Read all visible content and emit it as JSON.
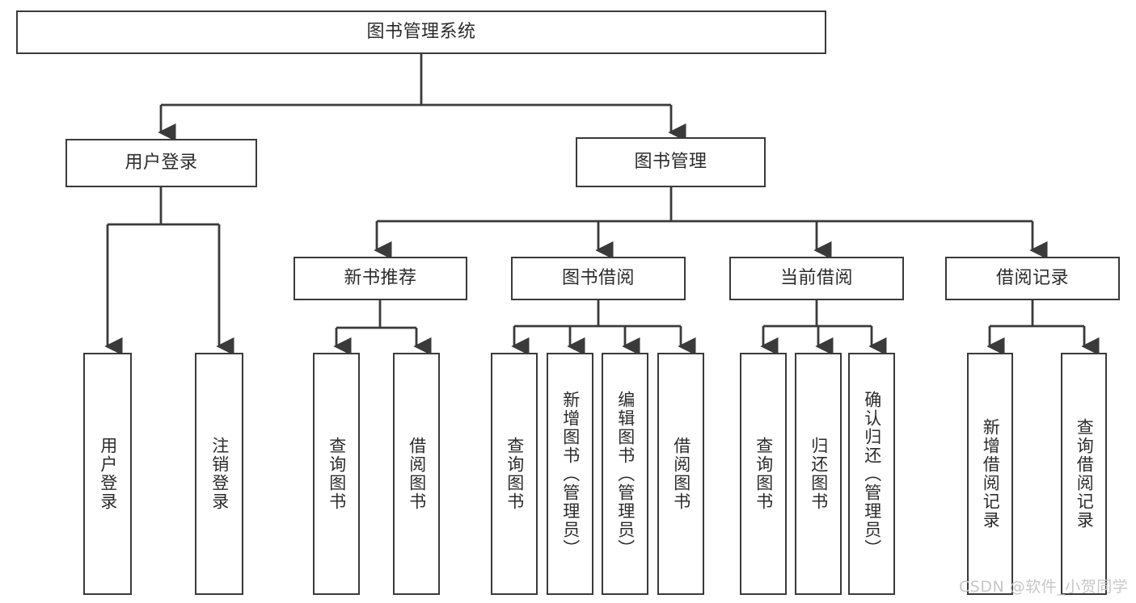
{
  "diagram": {
    "title_node": "图书管理系统",
    "type": "tree-hierarchy-chart",
    "level2": [
      {
        "label": "用户登录"
      },
      {
        "label": "图书管理"
      }
    ],
    "level3": [
      {
        "label": "新书推荐"
      },
      {
        "label": "图书借阅"
      },
      {
        "label": "当前借阅"
      },
      {
        "label": "借阅记录"
      }
    ],
    "leaves": {
      "user_login": [
        {
          "label": "用户登录"
        },
        {
          "label": "注销登录"
        }
      ],
      "new_book_recommend": [
        {
          "label": "查询图书"
        },
        {
          "label": "借阅图书"
        }
      ],
      "book_borrow": [
        {
          "label": "查询图书"
        },
        {
          "label": "新增图书（管理员）"
        },
        {
          "label": "编辑图书（管理员）"
        },
        {
          "label": "借阅图书"
        }
      ],
      "current_borrow": [
        {
          "label": "查询图书"
        },
        {
          "label": "归还图书"
        },
        {
          "label": "确认归还（管理员）"
        }
      ],
      "borrow_record": [
        {
          "label": "新增借阅记录"
        },
        {
          "label": "查询借阅记录"
        }
      ]
    }
  },
  "watermark": {
    "text": "CSDN @软件_小贺同学"
  },
  "colors": {
    "stroke": "#3a3a3a",
    "text": "#2b2b2b",
    "background": "#ffffff",
    "watermark": "#c7c7c7"
  }
}
